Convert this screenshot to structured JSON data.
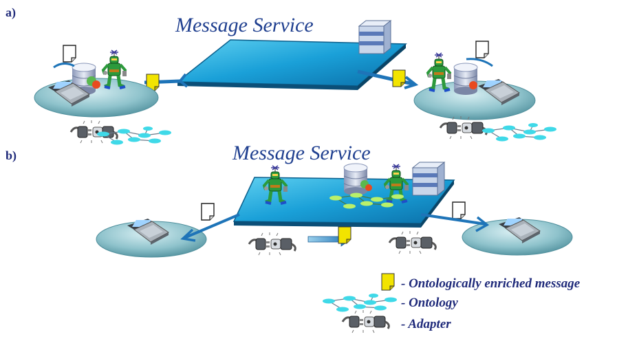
{
  "panels": {
    "a": {
      "label": "a)",
      "title": "Message Service"
    },
    "b": {
      "label": "b)",
      "title": "Message Service"
    }
  },
  "legend": {
    "message": "- Ontologically enriched message",
    "ontology": "- Ontology",
    "adapter": "- Adapter"
  },
  "colors": {
    "platform": "#1fa6d6",
    "platform_dark": "#0b5f8c",
    "disc": "#7fb9c4",
    "message": "#f2e400",
    "ontology_node": "#3fd9e8",
    "ontology_node_b": "#b9f06a",
    "text": "#1f2a7a"
  }
}
